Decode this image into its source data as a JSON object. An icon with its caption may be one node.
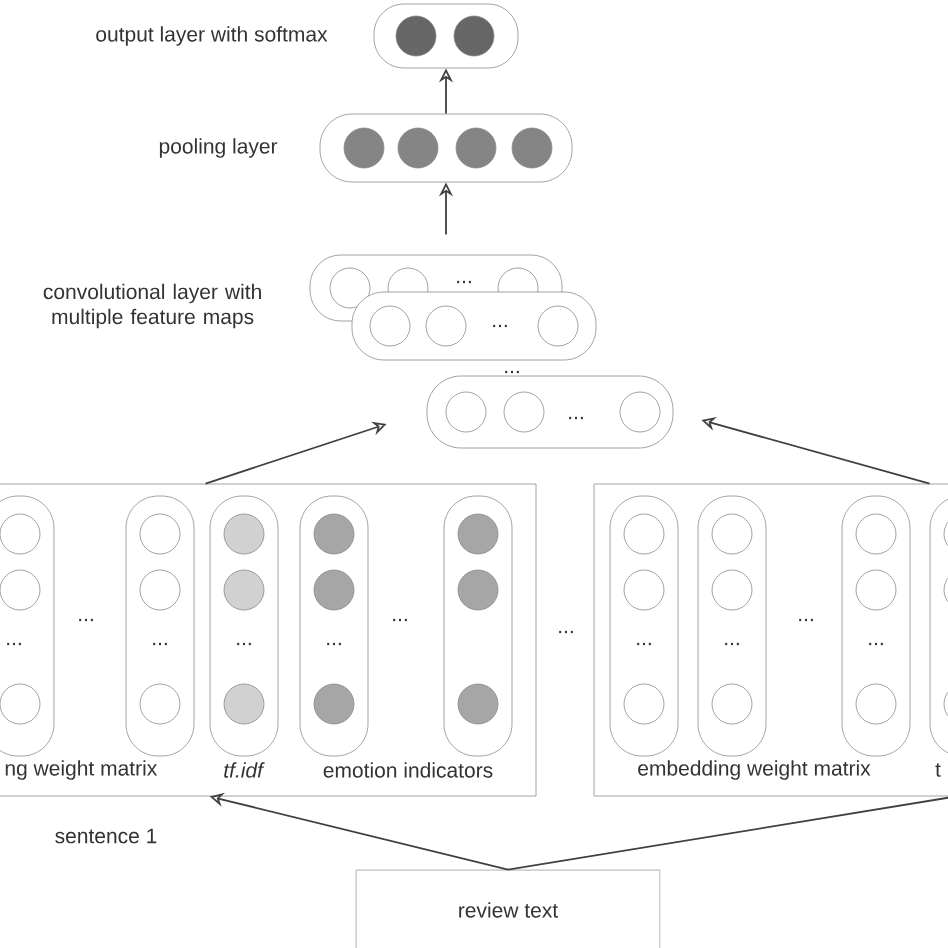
{
  "diagram": {
    "nodes": [
      {
        "text": [
          "output layer with softmax"
        ]
      },
      {
        "text": [
          "pooling layer"
        ]
      },
      {
        "text": [
          "convolutional layer with multiple feature maps",
          "..."
        ]
      },
      {
        "text": [
          "..."
        ]
      },
      {
        "text": [
          "..."
        ]
      },
      {
        "text": [
          "ng weight matrix",
          "*tf.idf*",
          "emotion indicators"
        ]
      },
      {
        "text": [
          "embedding weight matrix",
          "t"
        ]
      },
      {
        "text": [
          "review text"
        ]
      }
    ],
    "edges": [
      {
        "from": 1,
        "to": 0,
        "arrow": "to"
      },
      {
        "from": 2,
        "to": 1,
        "arrow": "to"
      },
      {
        "from": 5,
        "to": 4,
        "arrow": "to"
      },
      {
        "from": 6,
        "to": 4,
        "arrow": "to"
      },
      {
        "from": 7,
        "to": 5,
        "arrow": "to"
      },
      {
        "from": 7,
        "to": 6,
        "arrow": "none"
      }
    ],
    "labels": [
      "...",
      "...",
      "...",
      "...",
      "...",
      "...",
      "...",
      "...",
      "...",
      "...",
      "...",
      "...",
      "sentence 1"
    ]
  }
}
